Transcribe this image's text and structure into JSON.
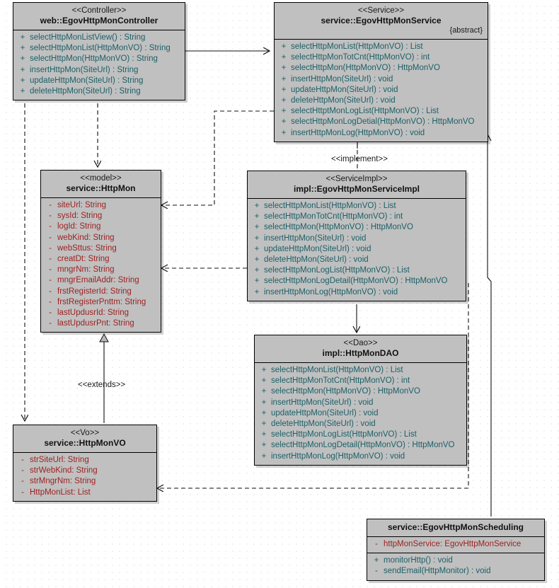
{
  "diagram": {
    "title": "HttpMon UML Class Diagram",
    "colors": {
      "class_fill": "#c0c0c0",
      "border": "#000000",
      "attribute_text": "#9c1f1f",
      "operation_text": "#1b5f66",
      "canvas": "#ffffff"
    }
  },
  "classes": [
    {
      "id": "controller",
      "stereotype": "<<Controller>>",
      "name": "web::EgovHttpMonController",
      "abstract_tag": "",
      "attributes": [],
      "operations": [
        {
          "vis": "+",
          "text": "selectHttpMonListView() : String"
        },
        {
          "vis": "+",
          "text": "selectHttpMonList(HttpMonVO) : String"
        },
        {
          "vis": "+",
          "text": "selectHttpMon(HttpMonVO) : String"
        },
        {
          "vis": "+",
          "text": "insertHttpMon(SiteUrl) : String"
        },
        {
          "vis": "+",
          "text": "updateHttpMon(SiteUrl) : String"
        },
        {
          "vis": "+",
          "text": "deleteHttpMon(SiteUrl) : String"
        }
      ]
    },
    {
      "id": "service",
      "stereotype": "<<Service>>",
      "name": "service::EgovHttpMonService",
      "abstract_tag": "{abstract}",
      "attributes": [],
      "operations": [
        {
          "vis": "+",
          "text": "selectHttpMonList(HttpMonVO) : List"
        },
        {
          "vis": "+",
          "text": "selectHttpMonTotCnt(HttpMonVO) : int"
        },
        {
          "vis": "+",
          "text": "selectHttpMon(HttpMonVO) : HttpMonVO"
        },
        {
          "vis": "+",
          "text": "insertHttpMon(SiteUrl) : void"
        },
        {
          "vis": "+",
          "text": "updateHttpMon(SiteUrl) : void"
        },
        {
          "vis": "+",
          "text": "deleteHttpMon(SiteUrl) : void"
        },
        {
          "vis": "+",
          "text": "selectHttptMonLogList(HttpMonVO) : List"
        },
        {
          "vis": "+",
          "text": "selectHttpMonLogDetial(HttpMonVO) : HttpMonVO"
        },
        {
          "vis": "+",
          "text": "insertHttpMonLog(HttpMonVO) : void"
        }
      ]
    },
    {
      "id": "model",
      "stereotype": "<<model>>",
      "name": "service::HttpMon",
      "abstract_tag": "",
      "attributes": [
        {
          "vis": "-",
          "text": "siteUrl:  String"
        },
        {
          "vis": "-",
          "text": "sysId:  String"
        },
        {
          "vis": "-",
          "text": "logId:  String"
        },
        {
          "vis": "-",
          "text": "webKind:  String"
        },
        {
          "vis": "-",
          "text": "webSttus:  String"
        },
        {
          "vis": "-",
          "text": "creatDt:  String"
        },
        {
          "vis": "-",
          "text": "mngrNm:  String"
        },
        {
          "vis": "-",
          "text": "mngrEmailAddr:  String"
        },
        {
          "vis": "-",
          "text": "frstRegisterId:  String"
        },
        {
          "vis": "-",
          "text": "frstRegisterPnttm:  String"
        },
        {
          "vis": "-",
          "text": "lastUpdusrId:  String"
        },
        {
          "vis": "-",
          "text": "lastUpdusrPnt:  String"
        }
      ],
      "operations": []
    },
    {
      "id": "serviceimpl",
      "stereotype": "<<ServiceImpl>>",
      "name": "impl::EgovHttpMonServiceImpl",
      "abstract_tag": "",
      "attributes": [],
      "operations": [
        {
          "vis": "+",
          "text": "selectHttpMonList(HttpMonVO) : List"
        },
        {
          "vis": "+",
          "text": "selectHttpMonTotCnt(HttpMonVO) : int"
        },
        {
          "vis": "+",
          "text": "selectHttpMon(HttpMonVO) : HttpMonVO"
        },
        {
          "vis": "+",
          "text": "insertHttpMon(SiteUrl) : void"
        },
        {
          "vis": "+",
          "text": "updateHttpMon(SiteUrl) : void"
        },
        {
          "vis": "+",
          "text": "deleteHttpMon(SiteUrl) : void"
        },
        {
          "vis": "+",
          "text": "selectHttpMonLogList(HttpMonVO) : List"
        },
        {
          "vis": "+",
          "text": "selectHttpMonLogDetail(HttpMonVO) : HttpMonVO"
        },
        {
          "vis": "+",
          "text": "insertHttpMonLog(HttpMonVO) : void"
        }
      ]
    },
    {
      "id": "dao",
      "stereotype": "<<Dao>>",
      "name": "impl::HttpMonDAO",
      "abstract_tag": "",
      "attributes": [],
      "operations": [
        {
          "vis": "+",
          "text": "selectHttpMonList(HttpMonVO) : List"
        },
        {
          "vis": "+",
          "text": "selectHttpMonTotCnt(HttpMonVO) : int"
        },
        {
          "vis": "+",
          "text": "selectHttpMon(HttpMonVO) : HttpMonVO"
        },
        {
          "vis": "+",
          "text": "insertHttpMon(SiteUrl) : void"
        },
        {
          "vis": "+",
          "text": "updateHttpMon(SiteUrl) : void"
        },
        {
          "vis": "+",
          "text": "deleteHttpMon(SiteUrl) : void"
        },
        {
          "vis": "+",
          "text": "selectHttpMonLogList(HttpMonVO) : List"
        },
        {
          "vis": "+",
          "text": "selectHttpMonLogDetail(HttpMonVO) : HttpMonVO"
        },
        {
          "vis": "+",
          "text": "insertHttpMonLog(HttpMonVO) : void"
        }
      ]
    },
    {
      "id": "vo",
      "stereotype": "<<Vo>>",
      "name": "service::HttpMonVO",
      "abstract_tag": "",
      "attributes": [
        {
          "vis": "-",
          "text": "strSiteUrl:  String"
        },
        {
          "vis": "-",
          "text": "strWebKind:  String"
        },
        {
          "vis": "-",
          "text": "strMngrNm:  String"
        },
        {
          "vis": "-",
          "text": "HttpMonList:  List"
        }
      ],
      "operations": []
    },
    {
      "id": "scheduling",
      "stereotype": "",
      "name": "service::EgovHttpMonScheduling",
      "abstract_tag": "",
      "attributes": [
        {
          "vis": "-",
          "text": "httpMonService:  EgovHttpMonService"
        }
      ],
      "operations": [
        {
          "vis": "+",
          "text": "monitorHttp() : void"
        },
        {
          "vis": "-",
          "text": "sendEmail(HttpMonitor) : void"
        }
      ]
    }
  ],
  "edge_labels": [
    {
      "id": "implement",
      "text": "<<implement>>"
    },
    {
      "id": "extends",
      "text": "<<extends>>"
    }
  ]
}
